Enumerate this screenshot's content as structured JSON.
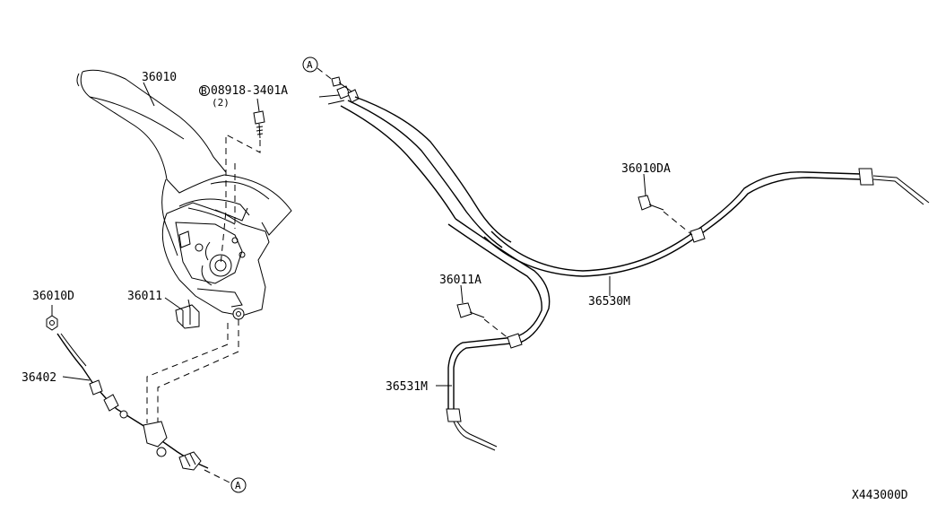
{
  "labels": {
    "lever": "36010",
    "bolt": "08918-3401A",
    "bolt_qty": "(2)",
    "bolt_symbol": "B",
    "nut_left": "36010D",
    "clip_lever": "36011",
    "front_cable": "36402",
    "bolt_right": "36010DA",
    "clip_right": "36011A",
    "rear_cable_rh": "36530M",
    "rear_cable_lh": "36531M",
    "connector_a": "A",
    "diagram_code": "X443000D"
  }
}
